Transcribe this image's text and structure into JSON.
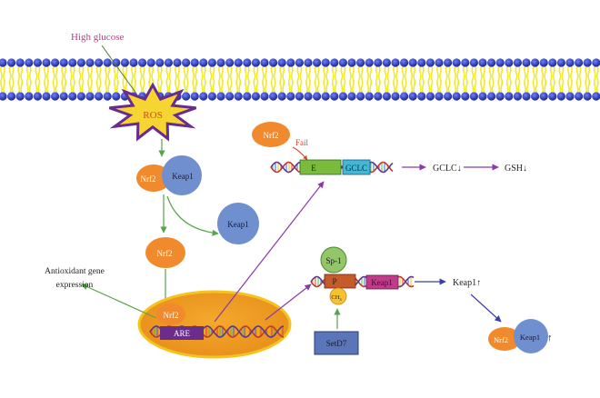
{
  "labels": {
    "high_glucose": "High glucose",
    "ros": "ROS",
    "nrf2": "Nrf2",
    "keap1": "Keap1",
    "fail": "Fail",
    "e_box": "E",
    "gclc_box": "GCLC",
    "gclc_down": "GCLC↓",
    "gsh_down": "GSH↓",
    "antioxidant_line1": "Antioxidant gene",
    "antioxidant_line2": "expression",
    "are": "ARE",
    "sp1": "Sp-1",
    "p_box": "P",
    "ch3": "CH",
    "ch3_sub": "3",
    "keap1_box": "Keap1",
    "setd7": "SetD7",
    "keap1_up": "Keap1↑",
    "keap1_up_short": "Keap1"
  },
  "colors": {
    "membrane_head": "#2b3cc4",
    "membrane_tail": "#f2ea2a",
    "ros_fill": "#f6d532",
    "ros_stroke": "#6a2c8c",
    "nrf2": "#f08a2c",
    "keap1": "#6f8fcf",
    "nucleus": "#f3a530",
    "green_arrow": "#58a44a",
    "purple_arrow": "#8a3aa8",
    "dna_red": "#c23a2a",
    "dna_purple": "#5a3a8c",
    "e_box": "#7bbb3c",
    "gclc_box": "#44b6d6",
    "are_box": "#6a2d8c",
    "sp1": "#93c66a",
    "p_box": "#c55a2a",
    "keap1_box": "#c23b8a",
    "setd7": "#5a76b8",
    "ch3": "#f6c232"
  }
}
